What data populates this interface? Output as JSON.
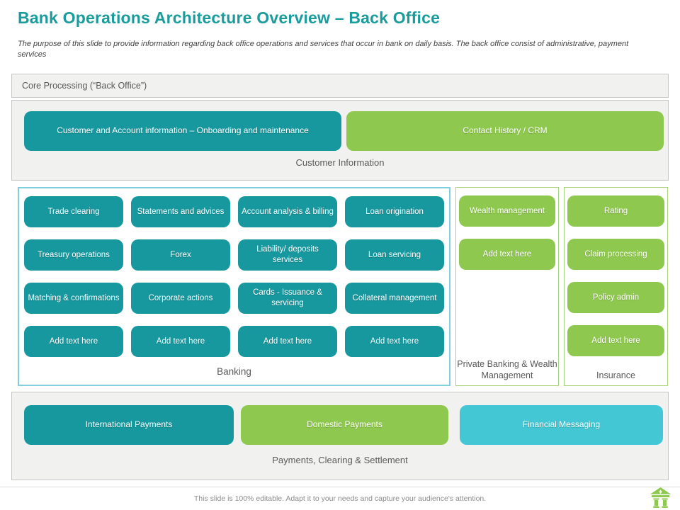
{
  "slide": {
    "title": "Bank Operations Architecture Overview – Back Office",
    "subtitle": "The purpose of this slide to provide information regarding back office operations and services that occur in bank on daily basis. The back office consist of administrative, payment services",
    "footer": "This slide is 100% editable. Adapt it to your needs and capture your audience's attention."
  },
  "colors": {
    "teal": "#17989E",
    "green": "#8FC84E",
    "cyan": "#44C7D4",
    "banking_border": "#7ED0E0",
    "green_border": "#A8D37B",
    "panel_bg": "#F1F1F0",
    "title_teal": "#1A9C9C"
  },
  "core_processing": {
    "label": "Core Processing (“Back Office”)"
  },
  "customer_information": {
    "caption": "Customer Information",
    "buttons": [
      {
        "label": "Customer and Account information – Onboarding and maintenance",
        "color": "teal"
      },
      {
        "label": "Contact History / CRM",
        "color": "green"
      }
    ]
  },
  "banking": {
    "caption": "Banking",
    "buttons": [
      "Trade clearing",
      "Statements and advices",
      "Account analysis & billing",
      "Loan origination",
      "Treasury operations",
      "Forex",
      "Liability/ deposits services",
      "Loan servicing",
      "Matching & confirmations",
      "Corporate actions",
      "Cards - Issuance & servicing",
      "Collateral management",
      "Add text here",
      "Add text here",
      "Add text here",
      "Add text here"
    ]
  },
  "private_banking": {
    "caption": "Private Banking & Wealth Management",
    "buttons": [
      "Wealth management",
      "Add text here"
    ]
  },
  "insurance": {
    "caption": "Insurance",
    "buttons": [
      "Rating",
      "Claim processing",
      "Policy admin",
      "Add text here"
    ]
  },
  "payments": {
    "caption": "Payments, Clearing & Settlement",
    "buttons": [
      {
        "label": "International Payments",
        "color": "teal"
      },
      {
        "label": "Domestic Payments",
        "color": "green"
      },
      {
        "label": "Financial Messaging",
        "color": "cyan"
      }
    ]
  },
  "icons": {
    "bank": "bank-building-icon"
  }
}
